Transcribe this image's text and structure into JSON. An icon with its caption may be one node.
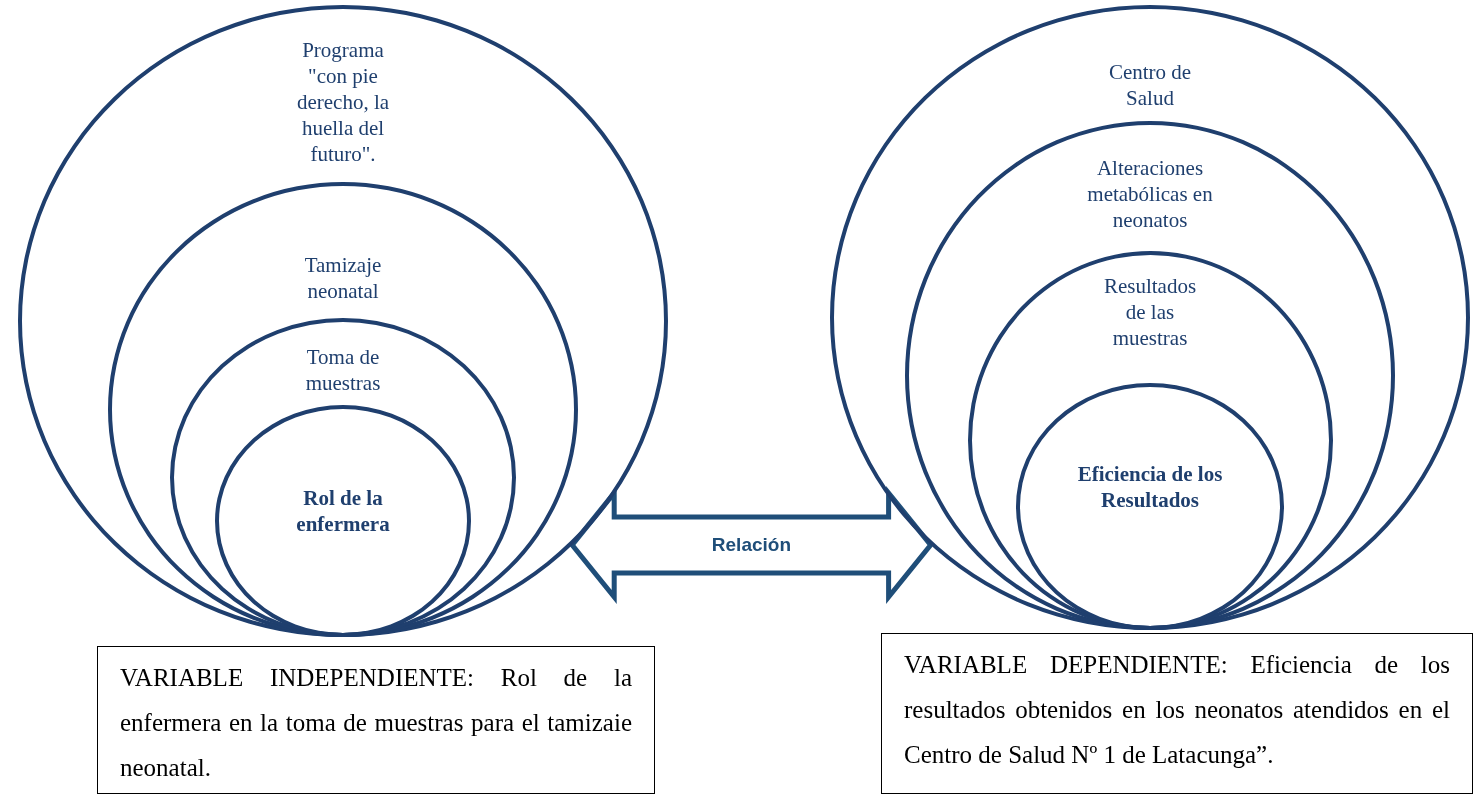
{
  "diagram": {
    "nodes": [
      {
        "text": [
          "Programa \"con pie derecho, la huella del futuro\"."
        ]
      },
      {
        "text": [
          "Tamizaje neonatal"
        ],
        "in": 0
      },
      {
        "text": [
          "Toma de muestras"
        ],
        "in": 1
      },
      {
        "text": [
          "Rol de la enfermera"
        ],
        "in": 2
      },
      {
        "text": [
          "Centro de Salud"
        ]
      },
      {
        "text": [
          "Alteraciones metabólicas en neonatos"
        ],
        "in": 4
      },
      {
        "text": [
          "Resultados de las muestras"
        ],
        "in": 5
      },
      {
        "text": [
          "Eficiencia de los Resultados"
        ],
        "in": 6
      },
      {
        "text": [
          "VARIABLE INDEPENDIENTE: Rol de la enfermera en la toma de muestras para el tamizaie neonatal."
        ]
      },
      {
        "text": [
          "VARIABLE DEPENDIENTE: Eficiencia de los resultados obtenidos en los neonatos atendidos en el Centro de Salud Nº 1 de  Latacunga”."
        ]
      }
    ],
    "edges": [
      {
        "from": 0,
        "to": 4,
        "arrow": "both",
        "label": "Relación"
      }
    ]
  }
}
